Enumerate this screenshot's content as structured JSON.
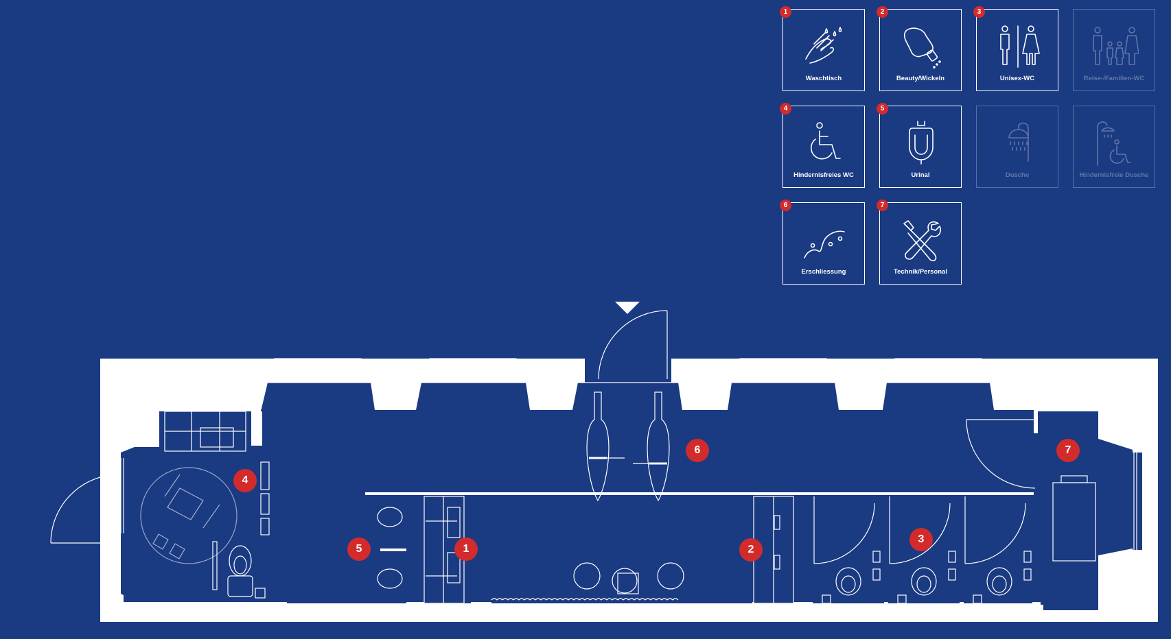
{
  "legend": {
    "tiles": [
      {
        "number": "1",
        "label": "Waschtisch",
        "icon": "hand-washing-icon",
        "active": true
      },
      {
        "number": "2",
        "label": "Beauty/Wickeln",
        "icon": "bottle-icon",
        "active": true
      },
      {
        "number": "3",
        "label": "Unisex-WC",
        "icon": "unisex-icon",
        "active": true
      },
      {
        "number": "",
        "label": "Reise-/Familien-WC",
        "icon": "family-icon",
        "active": false
      },
      {
        "number": "4",
        "label": "Hindernisfreies WC",
        "icon": "wheelchair-icon",
        "active": true
      },
      {
        "number": "5",
        "label": "Urinal",
        "icon": "urinal-icon",
        "active": true
      },
      {
        "number": "",
        "label": "Dusche",
        "icon": "shower-icon",
        "active": false
      },
      {
        "number": "",
        "label": "Hindernisfreie Dusche",
        "icon": "accessible-shower-icon",
        "active": false
      },
      {
        "number": "6",
        "label": "Erschliessung",
        "icon": "path-icon",
        "active": true
      },
      {
        "number": "7",
        "label": "Technik/Personal",
        "icon": "tools-icon",
        "active": true
      }
    ]
  },
  "plan": {
    "markers": [
      "4",
      "5",
      "1",
      "6",
      "2",
      "3",
      "7"
    ]
  },
  "colors": {
    "background": "#1a3a82",
    "accent": "#d32b2b",
    "line": "#ffffff"
  }
}
